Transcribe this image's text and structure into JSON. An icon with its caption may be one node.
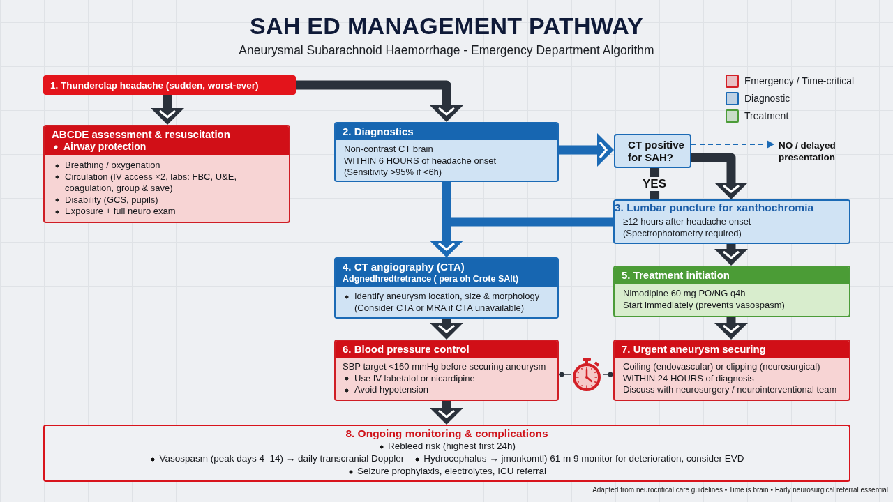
{
  "diagram": {
    "title": "SAH ED MANAGEMENT PATHWAY",
    "caption": "Adapted from neurocritical care guidelines • Time is brain • Early neurosurgical referral essential",
    "nodes": [
      {
        "text": [
          "1. Thunderclap headache (sudden, worst-ever)"
        ]
      },
      {
        "text": [
          "ABCDE assessment & resuscitation",
          "Airway protection",
          "Breathing / oxygenation",
          "Circulation (IV access ×2, labs: FBC, U&E, coagulation, group & save)",
          "Disability (GCS, pupils)",
          "Exposure + full neuro exam"
        ]
      },
      {
        "text": [
          "2. Diagnostics",
          "Non-contrast CT brain",
          "WITHIN 6 HOURS of headache onset",
          "(Sensitivity >95% if <6h)"
        ]
      },
      {
        "text": [
          "CT positive for SAH?"
        ]
      },
      {
        "text": [
          "NO / delayed presentation"
        ]
      },
      {
        "text": [
          "3. Lumbar puncture for xanthochromia",
          "≥12 hours after headache onset",
          "(Spectrophotometry required)"
        ]
      },
      {
        "text": [
          "4. CT angiography (CTA)",
          "Adgnedhredtretrance ( pera oh Crote SAlt)",
          "Identify aneurysm location, size & morphology",
          "(Consider CTA or MRA if CTA unavailable)"
        ]
      },
      {
        "text": [
          "5. Treatment initiation",
          "Nimodipine 60 mg PO/NG q4h",
          "Start immediately (prevents vasospasm)"
        ]
      },
      {
        "text": [
          "6. Blood pressure control",
          "SBP target <160 mmHg before securing aneurysm",
          "Use IV labetalol or nicardipine",
          "Avoid hypotension"
        ]
      },
      {
        "text": [],
        "shape": "stopwatch"
      },
      {
        "text": [
          "7. Urgent aneurysm securing",
          "Coiling (endovascular) or clipping (neurosurgical)",
          "WITHIN 24 HOURS of diagnosis",
          "Discuss with neurosurgery / neurointerventional team"
        ]
      },
      {
        "text": [
          "8. Ongoing monitoring & complications",
          "Rebleed risk (highest first 24h)",
          "Vasospasm (peak days 4–14) → daily transcranial Doppler",
          "Hydrocephalus → jmonkomtl) 61 m 9 monitor for deterioration, consider EVD",
          "Seizure prophylaxis, electrolytes, ICU referral"
        ]
      }
    ],
    "edges": [
      {
        "from": 0,
        "to": 1,
        "arrow": "to"
      },
      {
        "from": 0,
        "to": 2,
        "arrow": "to"
      },
      {
        "from": 2,
        "to": 3,
        "arrow": "to",
        "color": "#1b6ab5"
      },
      {
        "from": 3,
        "to": 4,
        "arrow": "to",
        "style": "dashed",
        "color": "#1b6ab5"
      },
      {
        "from": 3,
        "to": 5,
        "arrow": "to"
      },
      {
        "from": 3,
        "to": 5,
        "arrow": "none",
        "label": "YES"
      },
      {
        "from": 2,
        "to": 6,
        "arrow": "to",
        "color": "#1b6ab5"
      },
      {
        "from": 5,
        "to": 6,
        "arrow": "to",
        "color": "#1b6ab5"
      },
      {
        "from": 5,
        "to": 7,
        "arrow": "to"
      },
      {
        "from": 6,
        "to": 8,
        "arrow": "to"
      },
      {
        "from": 7,
        "to": 10,
        "arrow": "to"
      },
      {
        "from": 9,
        "to": 8,
        "arrow": "other"
      },
      {
        "from": 9,
        "to": 10,
        "arrow": "other"
      },
      {
        "from": 8,
        "to": 11,
        "arrow": "to"
      }
    ],
    "labels": [
      "Aneurysmal Subarachnoid Haemorrhage - Emergency Department Algorithm"
    ],
    "legend": [
      {
        "text": "Emergency / Time-critical",
        "color": "#d32027"
      },
      {
        "text": "Diagnostic",
        "color": "#1b6ab5"
      },
      {
        "text": "Treatment",
        "color": "#4c9c39"
      }
    ]
  }
}
